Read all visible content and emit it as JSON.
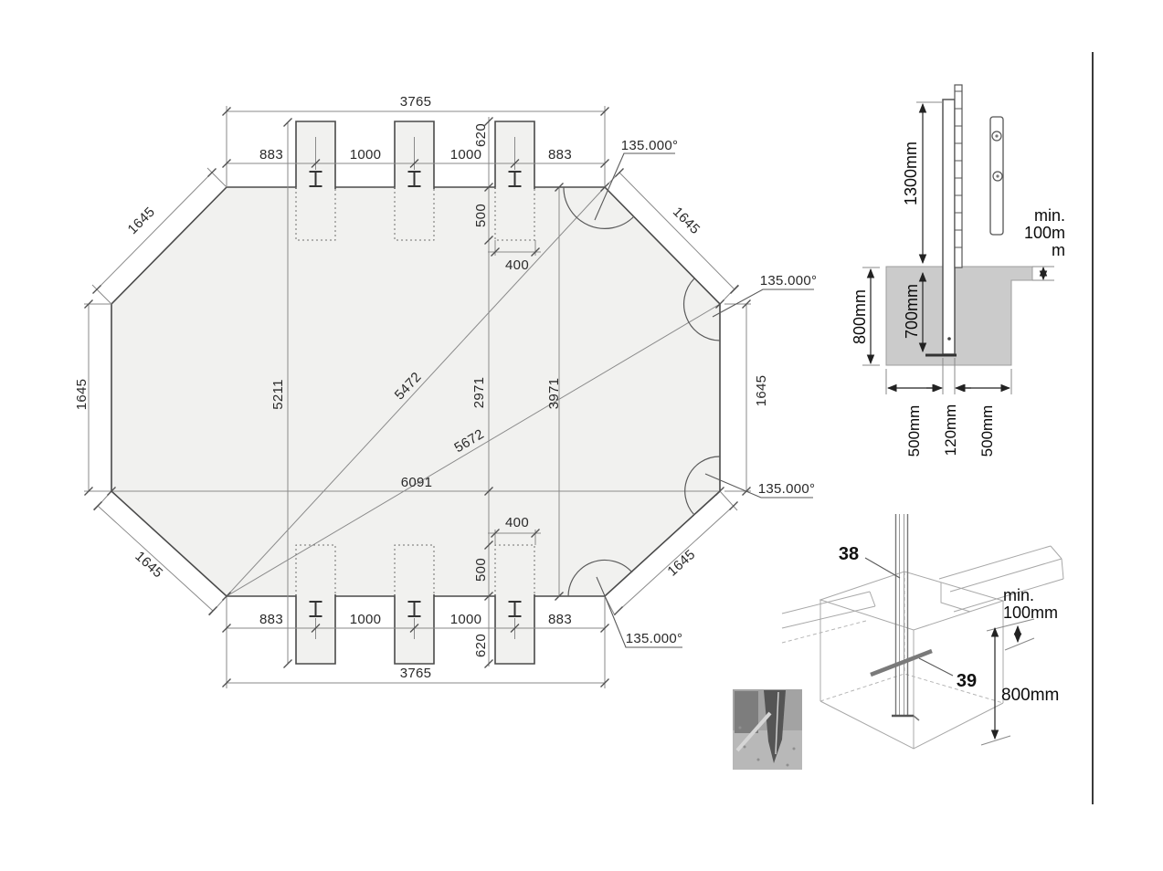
{
  "drawing": {
    "plan": {
      "overall_width_top": "3765",
      "overall_width_bottom": "3765",
      "post_spacing_top": [
        "883",
        "1000",
        "1000",
        "883"
      ],
      "post_spacing_bottom": [
        "883",
        "1000",
        "1000",
        "883"
      ],
      "tab_height_top": "620",
      "pocket_depth_top": "500",
      "pocket_width_top": "400",
      "tab_height_bottom": "620",
      "pocket_depth_bottom": "500",
      "pocket_width_bottom": "400",
      "edge_top_left": "1645",
      "edge_left": "1645",
      "edge_bottom_left": "1645",
      "edge_top_right": "1645",
      "edge_right": "1645",
      "edge_bottom_right": "1645",
      "angle_top_right": "135.000°",
      "angle_right_upper": "135.000°",
      "angle_right_lower": "135.000°",
      "angle_bottom_right": "135.000°",
      "dim_height_left": "5211",
      "dim_diag_upper": "5472",
      "dim_height_mid": "2971",
      "dim_height_right": "3971",
      "dim_diag_lower": "5672",
      "dim_width_mid": "6091"
    },
    "section": {
      "post_above_ground": "1300mm",
      "post_embed": "700mm",
      "footing_depth": "800mm",
      "cover_lines": [
        "min.",
        "100m",
        "m"
      ],
      "footing_widths": [
        "500mm",
        "120mm",
        "500mm"
      ]
    },
    "anchor": {
      "label_post": "38",
      "label_rod": "39",
      "cover_lines": [
        "min.",
        "100mm"
      ],
      "depth": "800mm"
    }
  }
}
